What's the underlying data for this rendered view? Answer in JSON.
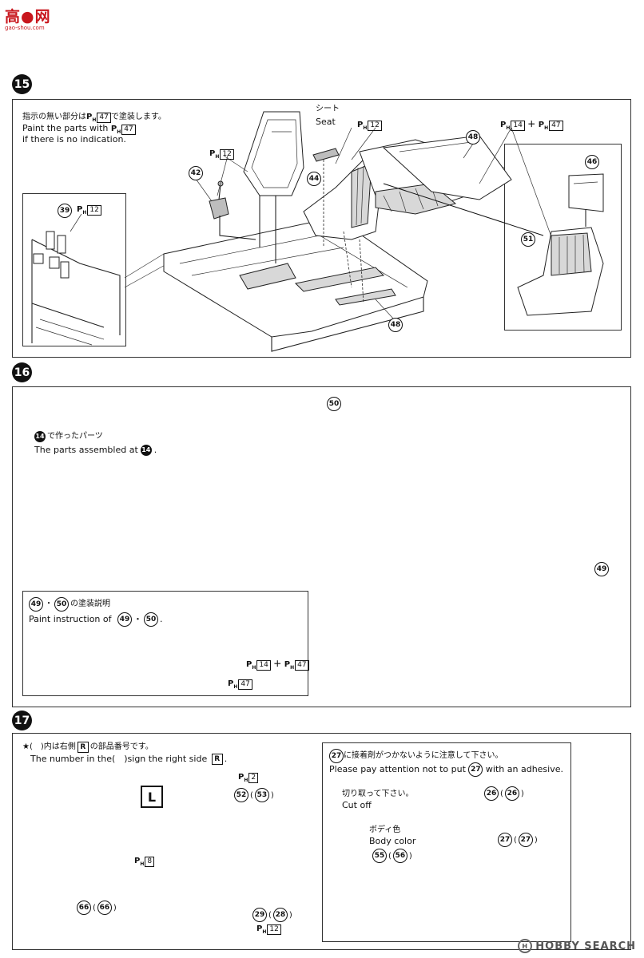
{
  "logo": {
    "cn": "高●网",
    "url": "gao-shou.com"
  },
  "step15": {
    "number": "15",
    "note_jp": "指示の無い部分は",
    "note_jp_tail": "で塗装します。",
    "note_en_pre": "Paint the parts with",
    "note_en_post": "if there is no indication.",
    "note_code": "47",
    "seat_jp": "シート",
    "seat_en": "Seat",
    "codes": {
      "h12a": "12",
      "h12b": "12",
      "h12c": "12",
      "h14": "14",
      "h47": "47"
    },
    "parts": {
      "p39": "39",
      "p42": "42",
      "p44": "44",
      "p46": "46",
      "p48a": "48",
      "p48b": "48",
      "p51": "51"
    }
  },
  "step16": {
    "number": "16",
    "assembled_jp_pre": "で作ったパーツ",
    "assembled_en_pre": "The parts assembled at",
    "assembled_en_post": ".",
    "ref_step": "14",
    "paint_jp_post": "の塗装説明",
    "paint_en_pre": "Paint instruction of",
    "paint_en_post": ".",
    "p49": "49",
    "p50": "50",
    "dot": "・",
    "codes": {
      "h14": "14",
      "h47a": "47",
      "h47b": "47"
    }
  },
  "step17": {
    "number": "17",
    "star_jp": "★(　)内は右側",
    "star_jp_tail": "の部品番号です。",
    "star_en_pre": "The number in the(　)sign the right side",
    "star_en_post": ".",
    "R": "R",
    "L": "L",
    "adhesive_jp_tail": "に接着剤がつかないように注意して下さい。",
    "adhesive_en_pre": "Please pay attention not to put",
    "adhesive_en_post": "with an adhesive.",
    "cutoff_jp": "切り取って下さい。",
    "cutoff_en": "Cut off",
    "body_jp": "ボディ色",
    "body_en": "Body color",
    "codes": {
      "h2": "2",
      "h8": "8",
      "h12": "12"
    },
    "parts": {
      "p52": "52",
      "p53": "53",
      "p66": "66",
      "p66b": "66",
      "p29": "29",
      "p28": "28",
      "p26": "26",
      "p26b": "26",
      "p27": "27",
      "p27b": "27",
      "p55": "55",
      "p56": "56",
      "p27n": "27"
    }
  },
  "watermark": "HOBBY SEARCH"
}
